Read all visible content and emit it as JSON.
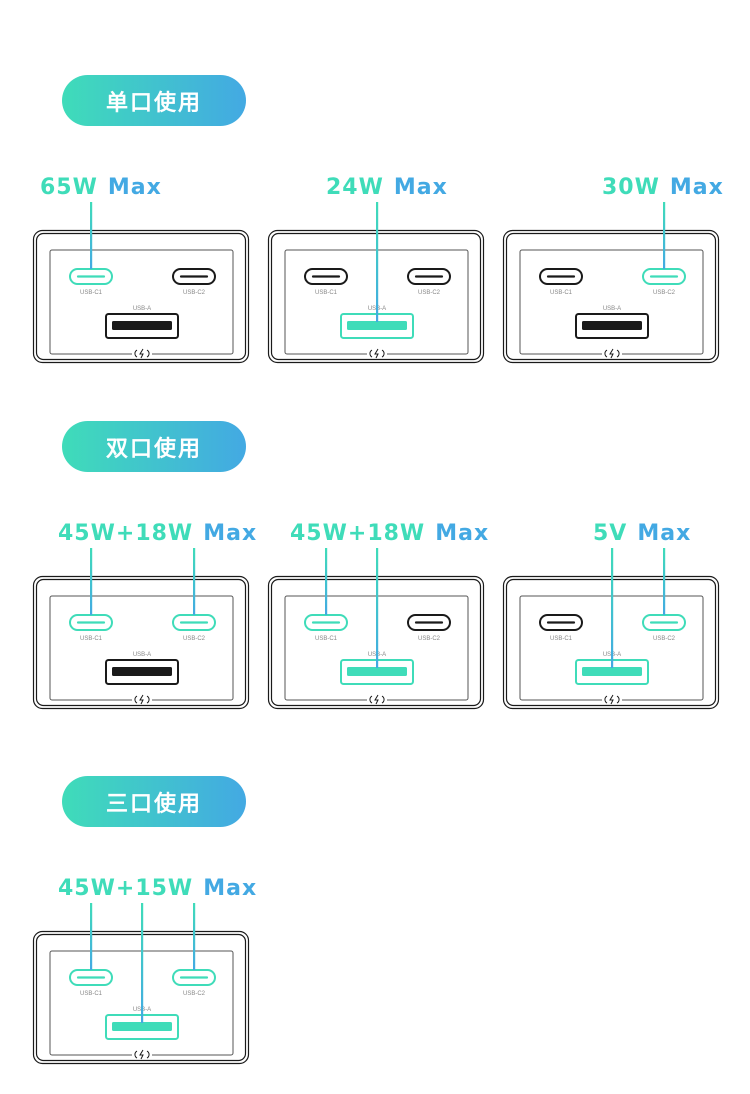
{
  "ports": {
    "c1": "USB-C1",
    "c2": "USB-C2",
    "a": "USB-A"
  },
  "colors": {
    "teal": "#3fdcb9",
    "blue": "#43a9e3",
    "stroke": "#1a1a1a"
  },
  "sections": [
    {
      "title": "单口使用",
      "devices": [
        {
          "main": "65W",
          "max": "Max",
          "active": [
            "c1"
          ]
        },
        {
          "main": "24W",
          "max": "Max",
          "active": [
            "a"
          ]
        },
        {
          "main": "30W",
          "max": "Max",
          "active": [
            "c2"
          ]
        }
      ]
    },
    {
      "title": "双口使用",
      "devices": [
        {
          "main": "45W+18W",
          "max": "Max",
          "active": [
            "c1",
            "c2"
          ]
        },
        {
          "main": "45W+18W",
          "max": "Max",
          "active": [
            "c1",
            "a"
          ]
        },
        {
          "main": "5V",
          "max": "Max",
          "active": [
            "a",
            "c2"
          ]
        }
      ]
    },
    {
      "title": "三口使用",
      "devices": [
        {
          "main": "45W+15W",
          "max": "Max",
          "active": [
            "c1",
            "a",
            "c2"
          ]
        }
      ]
    }
  ]
}
